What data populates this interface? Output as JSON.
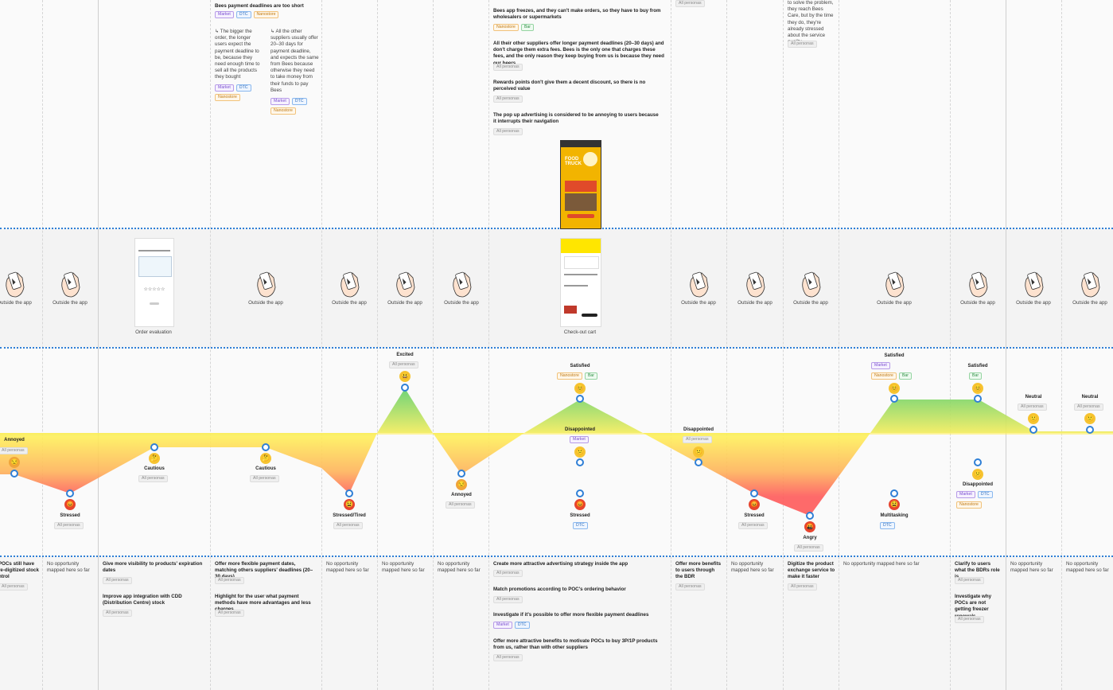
{
  "colors": {
    "accent": "#2f7fd6",
    "positive": "#5fcf6a",
    "neutral": "#ffef5a",
    "negative": "#ff5a5a"
  },
  "tags": {
    "market": "Market",
    "dtc": "DTC",
    "nano": "Nanostore",
    "bar": "Bar",
    "all": "All personas"
  },
  "pain": {
    "p1_title": "Bees payment deadlines are too short",
    "p1_sub_a": "↳ The bigger the order, the longer users expect the payment deadline to be, because they need enough time to sell all the products they bought",
    "p1_sub_b": "↳ All the other suppliers usually offer 20–30 days for payment deadline, and expects the same from Bees because otherwise they need to take money from their funds to pay Bees",
    "p2_title": "Bees app freezes, and they can't make orders, so they have to buy from wholesalers or supermarkets",
    "p3_title": "All their other suppliers offer longer payment deadlines (20–30 days) and don't charge them extra fees. Bees is the only one that charges these fees, and the only reason they keep buying from us is because they need our beers",
    "p4_title": "Rewards points don't give them a decent discount, so there is no perceived value",
    "p5_title": "The pop up advertising is considered to be annoying to users because it interrupts their navigation",
    "p6_text": "to solve the problem, they reach Bees Care, but by the time they do, they're already stressed about the service quality"
  },
  "screens": {
    "outside": "Outside the app",
    "order_eval": "Order evaluation",
    "checkout": "Check-out cart",
    "promo_title": "FOOD TRUCK"
  },
  "emotions": {
    "annoyed": "Annoyed",
    "stressed": "Stressed",
    "cautious": "Cautious",
    "stressed_tired": "Stressed/Tired",
    "excited": "Excited",
    "satisfied": "Satisfied",
    "disappointed": "Disappointed",
    "angry": "Angry",
    "multitasking": "Multitasking",
    "neutral": "Neutral"
  },
  "opps": {
    "o1": "POCs still have re-digitized stock ntrol",
    "none_a": "No opportunity mapped here so far",
    "o2a": "Give more visibility to products' expiration dates",
    "o2b": "Improve app integration with CDD (Distribution Centre) stock",
    "o3a": "Offer more flexible payment dates, matching others suppliers' deadlines (20–30 days)",
    "o3b": "Highlight for the user what payment methods have more advantages and less charges",
    "o4a": "Create more attractive advertising strategy inside the app",
    "o4b": "Match promotions according to POC's ordering behavior",
    "o4c": "Investigate if it's possible to offer more flexible payment deadlines",
    "o4d": "Offer more attractive benefits to motivate POCs to buy 3P/1P products from us, rather than with other suppliers",
    "o5": "Offer more benefits to users through the BDR",
    "o6": "Digitize the product exchange service to make it faster",
    "o7a": "Clarify to users what the BDRs role is",
    "o7b": "Investigate why POCs are not getting freezer renewals"
  }
}
